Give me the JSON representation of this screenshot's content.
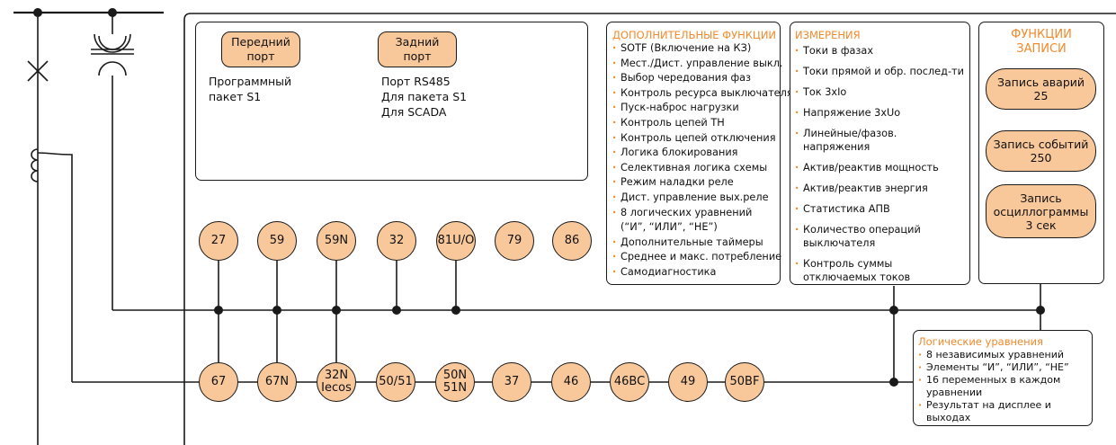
{
  "ports": {
    "front": {
      "label_line1": "Передний",
      "label_line2": "порт",
      "desc_line1": "Программный",
      "desc_line2": "пакет S1"
    },
    "rear": {
      "label_line1": "Задний",
      "label_line2": "порт",
      "desc_line1": "Порт RS485",
      "desc_line2": "Для пакета S1",
      "desc_line3": "Для SCADA"
    }
  },
  "extra_functions": {
    "title": "ДОПОЛНИТЕЛЬНЫЕ ФУНКЦИИ",
    "items": [
      "SOTF (Включение на КЗ)",
      "Мест./Дист. управление выкл.",
      "Выбор чередования фаз",
      "Контроль ресурса выключателя",
      "Пуск-наброс нагрузки",
      "Контроль цепей ТН",
      "Контроль цепей отключения",
      "Логика блокирования",
      "Селективная логика схемы",
      "Режим наладки реле",
      "Дист. управление вых.реле",
      "8 логических уравнений",
      "(“И”, “ИЛИ”, “НЕ”)",
      "Дополнительные таймеры",
      "Среднее и макс. потребление",
      "Самодиагностика"
    ]
  },
  "measurements": {
    "title": "ИЗМЕРЕНИЯ",
    "items": [
      "Токи в фазах",
      "Токи прямой и обр. послед-ти",
      "Ток 3xIo",
      "Напряжение 3xUo",
      "Линейные/фазов. напряжения",
      "Актив/реактив мощность",
      "Актив/реактив энергия",
      "Статистика АПВ",
      "Количество операций выключателя",
      "Контроль суммы отключаемых токов"
    ]
  },
  "recording": {
    "title_line1": "ФУНКЦИИ",
    "title_line2": "ЗАПИСИ",
    "faults_line1": "Запись аварий",
    "faults_line2": "25",
    "events_line1": "Запись событий",
    "events_line2": "250",
    "osc_line1": "Запись",
    "osc_line2": "осциллограммы",
    "osc_line3": "3 сек"
  },
  "logic": {
    "title": "Логические уравнения",
    "items": [
      "8 независимых уравнений",
      "Элементы “И”, “ИЛИ”, “НЕ”",
      "16 переменных в каждом уравнении",
      "Результат на дисплее и выходах"
    ]
  },
  "top_functions": [
    "27",
    "59",
    "59N",
    "32",
    "81U/O",
    "79",
    "86"
  ],
  "bottom_functions": [
    {
      "line1": "67",
      "line2": ""
    },
    {
      "line1": "67N",
      "line2": ""
    },
    {
      "line1": "32N",
      "line2": "Iecos"
    },
    {
      "line1": "50/51",
      "line2": ""
    },
    {
      "line1": "50N",
      "line2": "51N"
    },
    {
      "line1": "37",
      "line2": ""
    },
    {
      "line1": "46",
      "line2": ""
    },
    {
      "line1": "46BC",
      "line2": ""
    },
    {
      "line1": "49",
      "line2": ""
    },
    {
      "line1": "50BF",
      "line2": ""
    }
  ],
  "colors": {
    "element_fill": "#f8c89b",
    "heading": "#f08a2c",
    "line": "#1a1a1a"
  }
}
